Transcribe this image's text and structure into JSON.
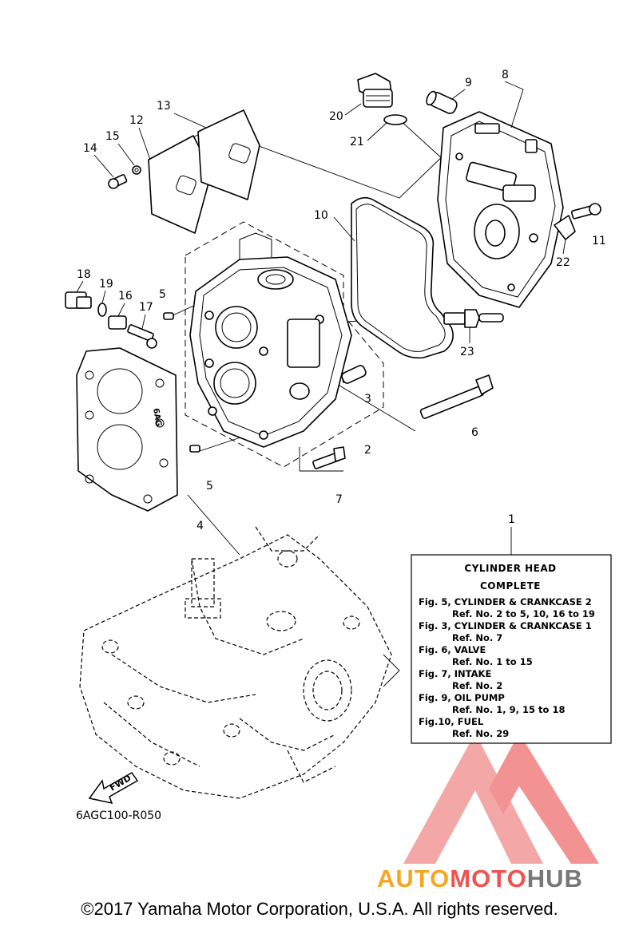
{
  "diagram": {
    "callouts": {
      "c1": "1",
      "c2": "2",
      "c3": "3",
      "c4": "4",
      "c5a": "5",
      "c5b": "5",
      "c6": "6",
      "c7": "7",
      "c8": "8",
      "c9": "9",
      "c10": "10",
      "c11": "11",
      "c12": "12",
      "c13": "13",
      "c14": "14",
      "c15": "15",
      "c16": "16",
      "c17": "17",
      "c18": "18",
      "c19": "19",
      "c20": "20",
      "c21": "21",
      "c22": "22",
      "c23": "23"
    },
    "info_box": {
      "title_1": "CYLINDER HEAD",
      "title_2": "COMPLETE",
      "lines": [
        "Fig. 5, CYLINDER & CRANKCASE 2",
        "Ref. No. 2 to 5, 10, 16 to 19",
        "Fig. 3, CYLINDER & CRANKCASE 1",
        "Ref. No. 7",
        "Fig. 6, VALVE",
        "Ref. No. 1 to 15",
        "Fig. 7, INTAKE",
        "Ref. No. 2",
        "Fig. 9, OIL PUMP",
        "Ref. No. 1, 9, 15 to 18",
        "Fig.10, FUEL",
        "Ref. No. 29"
      ]
    },
    "fwd_label": "FWD",
    "gasket_stamp": "6AG",
    "drawing_code": "6AGC100-R050"
  },
  "watermark": {
    "text_part1": "AUTO",
    "text_part2": "MOTO",
    "text_part3": "HUB",
    "color_orange": "#f5a623",
    "color_red": "#ef5350",
    "color_gray": "#777777"
  },
  "footer": {
    "copyright": "©2017 Yamaha Motor Corporation, U.S.A. All rights reserved."
  }
}
